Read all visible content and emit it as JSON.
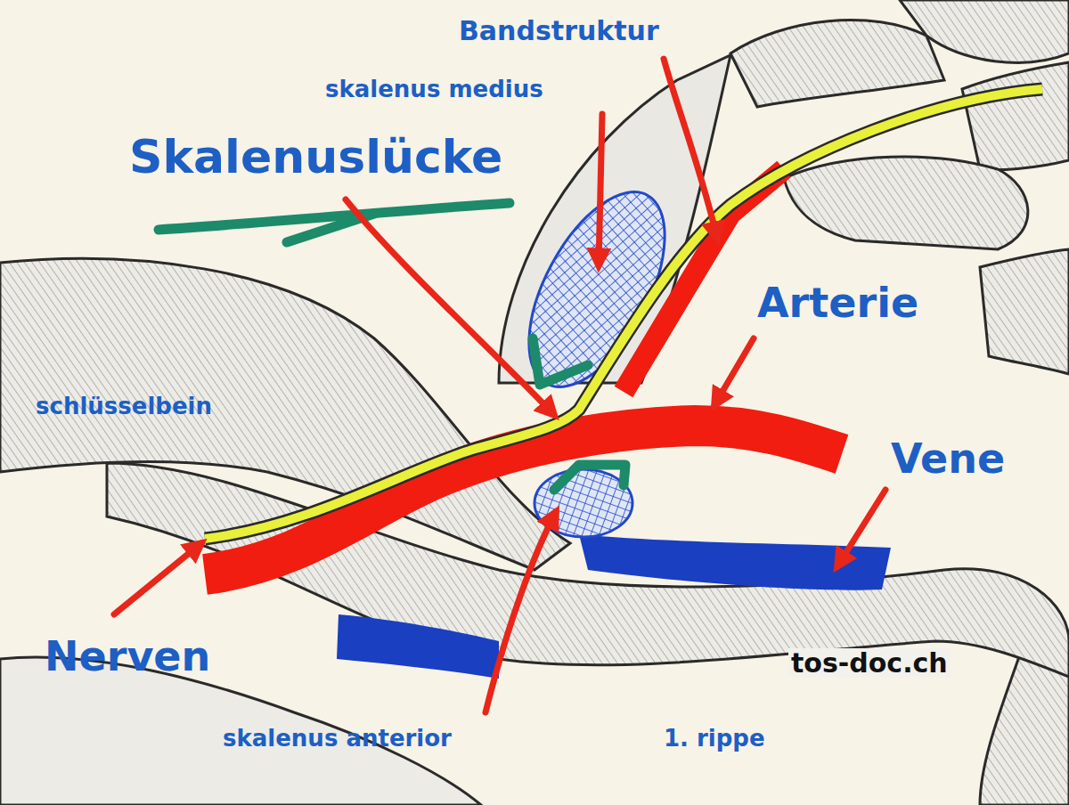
{
  "diagram": {
    "labels": [
      "Bandstruktur",
      "skalenus medius",
      "Skalenuslücke",
      "Arterie",
      "schlüsselbein",
      "Vene",
      "Nerven",
      "tos-doc.ch",
      "skalenus anterior",
      "1. rippe"
    ]
  }
}
